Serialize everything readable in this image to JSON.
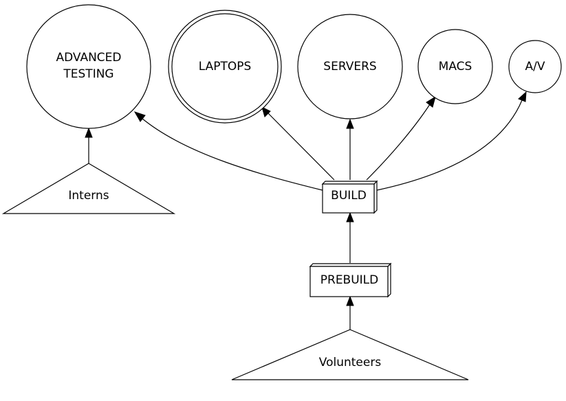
{
  "nodes": {
    "advanced_testing": {
      "line1": "ADVANCED",
      "line2": "TESTING",
      "shape": "circle"
    },
    "laptops": {
      "label": "LAPTOPS",
      "shape": "double-circle"
    },
    "servers": {
      "label": "SERVERS",
      "shape": "circle"
    },
    "macs": {
      "label": "MACS",
      "shape": "circle"
    },
    "av": {
      "label": "A/V",
      "shape": "circle"
    },
    "build": {
      "label": "BUILD",
      "shape": "box3d"
    },
    "prebuild": {
      "label": "PREBUILD",
      "shape": "box3d"
    },
    "interns": {
      "label": "Interns",
      "shape": "triangle"
    },
    "volunteers": {
      "label": "Volunteers",
      "shape": "triangle"
    }
  },
  "edges": [
    {
      "from": "Interns",
      "to": "ADVANCED TESTING"
    },
    {
      "from": "BUILD",
      "to": "ADVANCED TESTING"
    },
    {
      "from": "BUILD",
      "to": "LAPTOPS"
    },
    {
      "from": "BUILD",
      "to": "SERVERS"
    },
    {
      "from": "BUILD",
      "to": "MACS"
    },
    {
      "from": "BUILD",
      "to": "A/V"
    },
    {
      "from": "PREBUILD",
      "to": "BUILD"
    },
    {
      "from": "Volunteers",
      "to": "PREBUILD"
    }
  ],
  "colors": {
    "stroke": "#000000",
    "fill": "#ffffff"
  }
}
